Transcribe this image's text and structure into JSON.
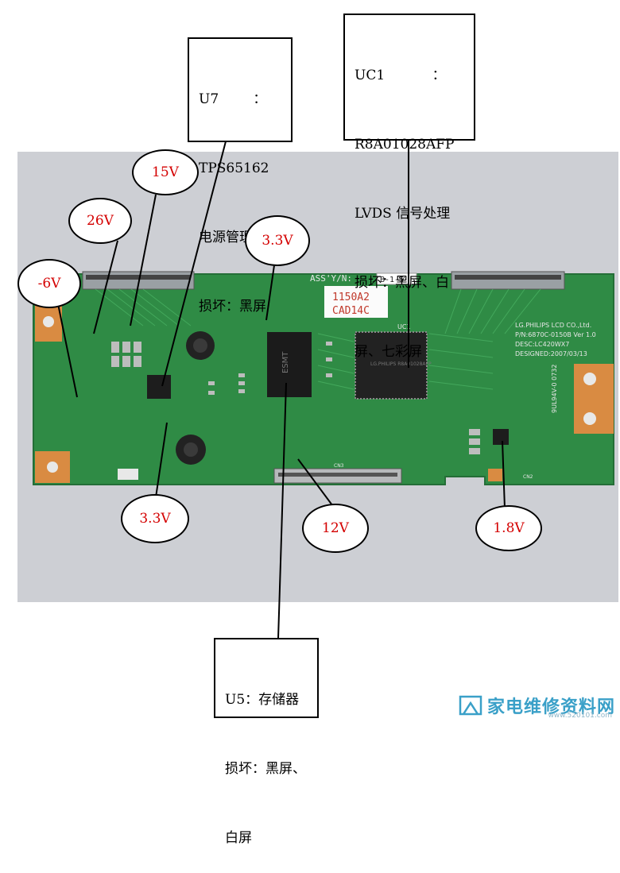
{
  "callouts": {
    "u7": [
      "U7        ：",
      "TPS65162",
      "电源管理",
      "损坏：黑屏"
    ],
    "uc1": [
      "UC1           ：",
      "R8A01028AFP",
      "LVDS 信号处理",
      "损坏：黑屏、白",
      "屏、七彩屏"
    ],
    "u5": [
      "U5：存储器",
      "损坏：黑屏、",
      "白屏"
    ]
  },
  "voltages": {
    "v15": "15V",
    "v26": "26V",
    "v33_top": "3.3V",
    "v6": "-6V",
    "v33_bottom": "3.3V",
    "v12": "12V",
    "v18": "1.8V"
  },
  "board": {
    "handwritten_1": "1150A2",
    "handwritten_2": "CAD14C",
    "assy": "ASS'Y/N:",
    "assy_code": "B-1-5",
    "mfr": "LG.PHILIPS LCD CO.,Ltd.",
    "pn": "P/N:6870C-0150B Ver 1.0",
    "desc": "DESC:LC420WX7",
    "designed": "DESIGNED:2007/03/13",
    "side_code": "9UL94V-0  0732",
    "chip_uc1": "LG.PHILIPS\nR8A01028AFP",
    "chip_u5": "ESMT",
    "uc1_label": "UC1",
    "cn2": "CN2",
    "cn3": "CN3"
  },
  "watermark": {
    "text": "家电维修资料网",
    "url": "www.520101.com"
  },
  "colors": {
    "pcb": "#2f8b45",
    "pcb_light": "#3a9c52",
    "voltage_text": "#d40000",
    "pad": "#d98b42"
  }
}
